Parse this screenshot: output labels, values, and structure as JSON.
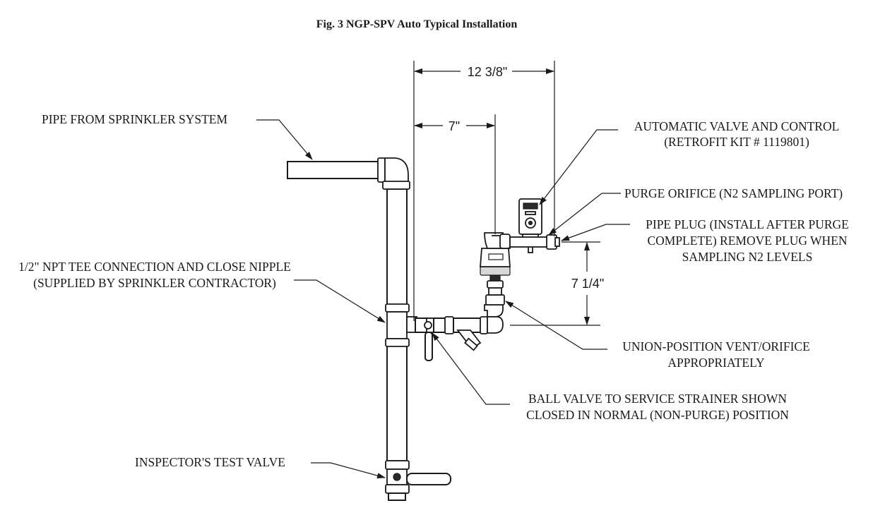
{
  "figure": {
    "title": "Fig. 3 NGP-SPV Auto Typical Installation"
  },
  "dimensions": {
    "overall_width": "12 3/8\"",
    "inner_width": "7\"",
    "height": "7 1/4\""
  },
  "labels": {
    "pipe_from_sprinkler": "PIPE FROM SPRINKLER SYSTEM",
    "auto_valve_line1": "AUTOMATIC VALVE AND CONTROL",
    "auto_valve_line2": "(RETROFIT KIT # 1119801)",
    "purge_orifice": "PURGE ORIFICE (N2 SAMPLING PORT)",
    "pipe_plug_line1": "PIPE PLUG (INSTALL AFTER PURGE",
    "pipe_plug_line2": "COMPLETE) REMOVE PLUG WHEN",
    "pipe_plug_line3": "SAMPLING N2 LEVELS",
    "tee_line1": "1/2\" NPT TEE CONNECTION AND CLOSE NIPPLE",
    "tee_line2": "(SUPPLIED BY SPRINKLER CONTRACTOR)",
    "union_line1": "UNION-POSITION VENT/ORIFICE",
    "union_line2": "APPROPRIATELY",
    "ball_valve_line1": "BALL VALVE TO SERVICE STRAINER SHOWN",
    "ball_valve_line2": "CLOSED IN NORMAL (NON-PURGE) POSITION",
    "inspector_valve": "INSPECTOR'S TEST VALVE"
  }
}
